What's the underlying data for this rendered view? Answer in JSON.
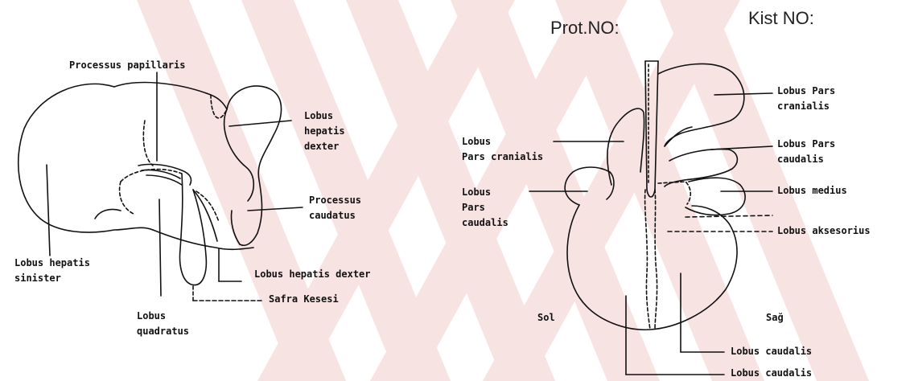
{
  "header": {
    "prot_label": "Prot.NO:",
    "kist_label": "Kist NO:"
  },
  "left_figure": {
    "processus_papillaris": "Processus papillaris",
    "lobus_hepatis_dexter_top": "Lobus\nhepatis\ndexter",
    "processus_caudatus": "Processus\ncaudatus",
    "lobus_hepatis_sinister": "Lobus hepatis\nsinister",
    "lobus_quadratus": "Lobus\nquadratus",
    "lobus_hepatis_dexter_bottom": "Lobus hepatis dexter",
    "safra_kesesi": "Safra Kesesi"
  },
  "right_figure": {
    "lobus_pars_cranialis_left": "Lobus\nPars cranialis",
    "lobus_pars_caudalis_left": "Lobus\nPars\ncaudalis",
    "sol": "Sol",
    "sag": "Sağ",
    "lobus_pars_cranialis_right": "Lobus Pars\ncranialis",
    "lobus_pars_caudalis_right": "Lobus Pars\ncaudalis",
    "lobus_medius": "Lobus medius",
    "lobus_aksesorius": "Lobus aksesorius",
    "lobus_caudalis_1": "Lobus caudalis",
    "lobus_caudalis_2": "Lobus caudalis"
  },
  "colors": {
    "ink": "#111111",
    "watermark": "#f4d4d4"
  }
}
